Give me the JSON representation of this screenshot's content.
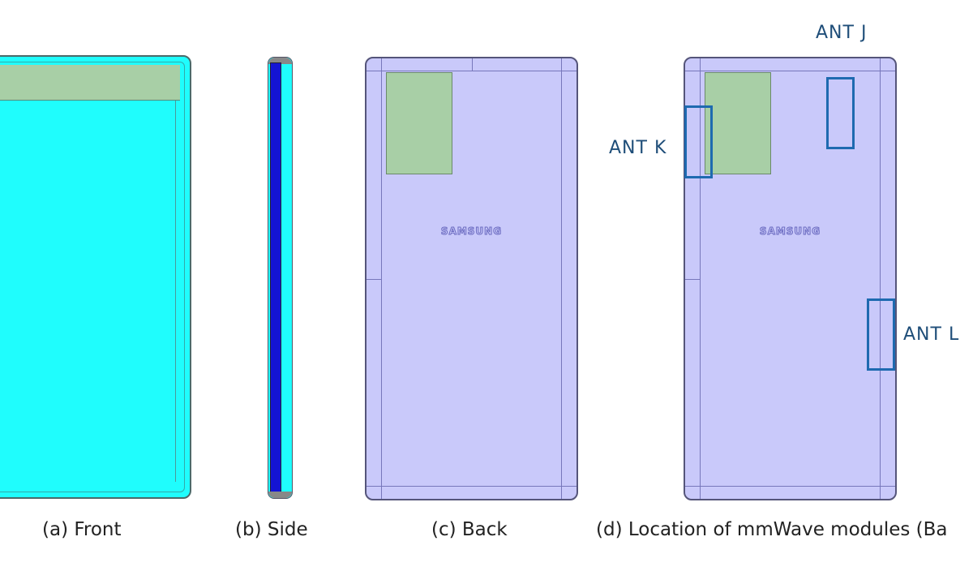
{
  "captions": {
    "front": "(a) Front",
    "side": "(b) Side",
    "back": "(c) Back",
    "location": "(d) Location of mmWave modules (Ba"
  },
  "logo_text": "SAMSUNG",
  "antennas": {
    "j": "ANT J",
    "k": "ANT K",
    "l": "ANT L"
  },
  "colors": {
    "front": "#1ffdfd",
    "back": "#c9c9fa",
    "camera": "#a8cfa6",
    "antenna_box": "#1e6ab0"
  }
}
